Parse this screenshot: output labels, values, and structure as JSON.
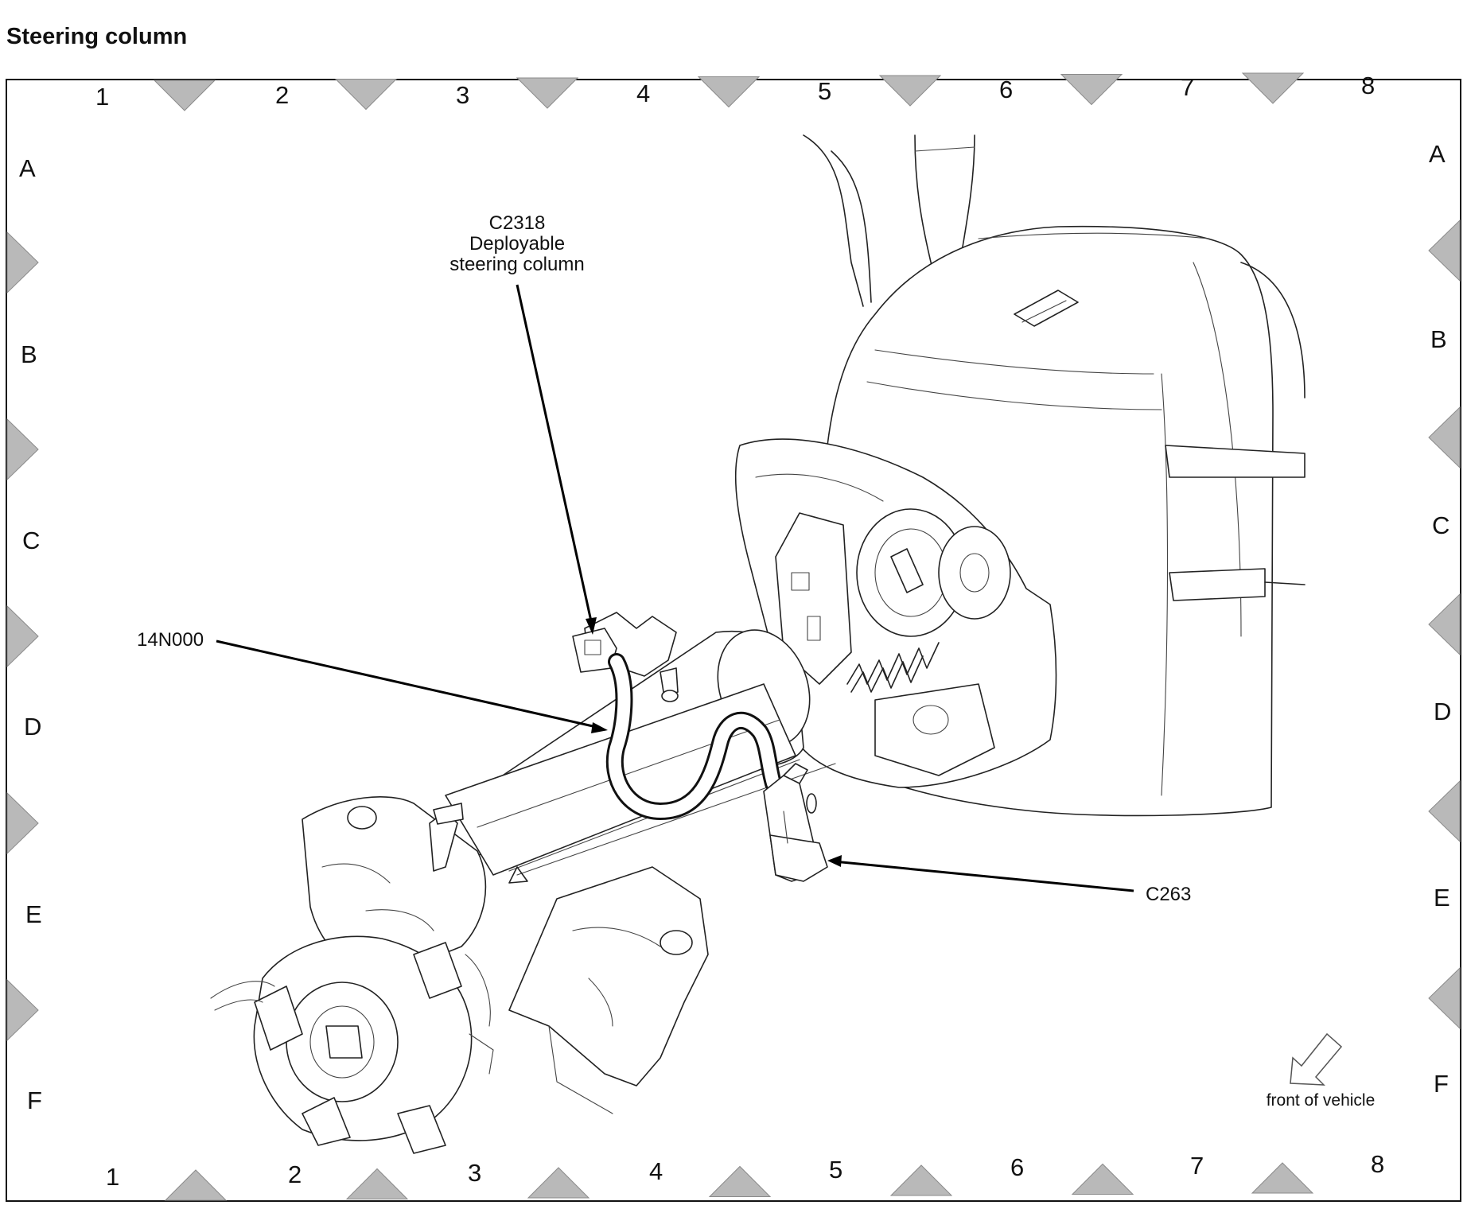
{
  "title": "Steering column",
  "grid": {
    "columns": [
      "1",
      "2",
      "3",
      "4",
      "5",
      "6",
      "7",
      "8"
    ],
    "rows": [
      "A",
      "B",
      "C",
      "D",
      "E",
      "F"
    ]
  },
  "callouts": {
    "c2318_id": "C2318",
    "c2318_line1": "Deployable",
    "c2318_line2": "steering column",
    "harness": "14N000",
    "c263": "C263"
  },
  "orientation_note": "front of vehicle"
}
